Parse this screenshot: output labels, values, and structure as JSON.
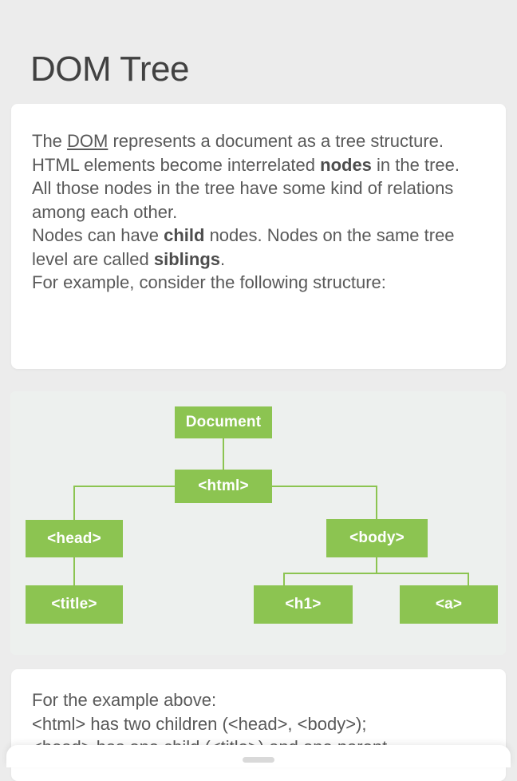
{
  "page": {
    "title": "DOM Tree",
    "colors": {
      "background": "#ececec",
      "card": "#ffffff",
      "title_text": "#414141",
      "body_text": "#595959",
      "node_green": "#8cc451",
      "diagram_background": "#edf0ee",
      "handle_gray": "#d9d9d9"
    }
  },
  "lesson_card": {
    "content": [
      {
        "text": "The ",
        "style": "normal"
      },
      {
        "text": "DOM",
        "style": "underline"
      },
      {
        "text": " represents a document as a tree structure.\n",
        "style": "normal"
      },
      {
        "text": "HTML elements become interrelated ",
        "style": "normal"
      },
      {
        "text": "nodes",
        "style": "bold"
      },
      {
        "text": " in the tree.\n",
        "style": "normal"
      },
      {
        "text": "All those nodes in the tree have some kind of relations among each other.\n",
        "style": "normal"
      },
      {
        "text": "Nodes can have ",
        "style": "normal"
      },
      {
        "text": "child",
        "style": "bold"
      },
      {
        "text": " nodes. Nodes on the same tree level are called ",
        "style": "normal"
      },
      {
        "text": "siblings",
        "style": "bold"
      },
      {
        "text": ".\n",
        "style": "normal"
      },
      {
        "text": "For example, consider the following structure:",
        "style": "normal"
      }
    ]
  },
  "diagram": {
    "nodes": [
      {
        "label": "Document"
      },
      {
        "label": "<html>"
      },
      {
        "label": "<head>"
      },
      {
        "label": "<body>"
      },
      {
        "label": "<title>"
      },
      {
        "label": "<h1>"
      },
      {
        "label": "<a>"
      }
    ]
  },
  "example_card": {
    "content": [
      {
        "text": "For the example above:\n",
        "style": "normal"
      },
      {
        "text": "<html> has two children (<head>, <body>);\n",
        "style": "normal"
      },
      {
        "text": "<head> has one child (<title>) and one parent",
        "style": "normal"
      }
    ]
  }
}
